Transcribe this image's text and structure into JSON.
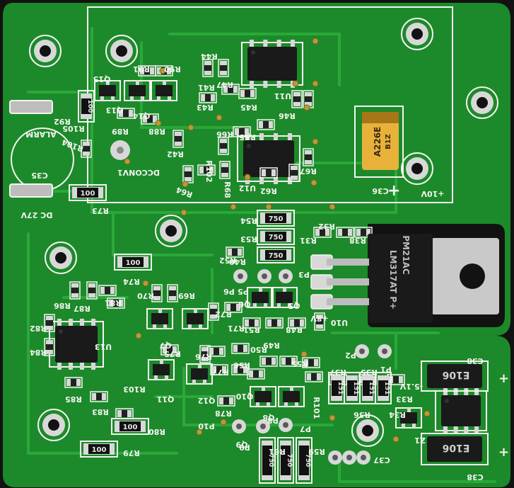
{
  "board": {
    "colors": {
      "substrate": "#1c8a2a",
      "copper_trace": "#2aa838",
      "silkscreen": "#f4f4f0",
      "pad": "#d8d8d8",
      "ic_body": "#1a1a1a",
      "regulator_tab": "#c9c9c9",
      "tantalum_cap": "#e8b23a",
      "background": "#121212"
    },
    "silk_labels": {
      "alarm": "ALARM",
      "dc27v": "DC 27V",
      "dcconv": "DCCONV1",
      "plus10v": "+10V",
      "plus8v": "+8V",
      "minus51v": "-5.1V",
      "c35": "C35",
      "c36": "C36",
      "c37": "C37",
      "c38_top": "C38",
      "c38_bottom": "C38",
      "r105": "R105",
      "r104": "R104",
      "r92": "R92",
      "r91": "R91",
      "r90": "R90",
      "r89": "R89",
      "r88": "R88",
      "r86": "R86",
      "r87": "R87",
      "r82": "R82",
      "r84": "R84",
      "r85": "R85",
      "r83": "R83",
      "r81": "R81",
      "r80": "R80",
      "r79": "R79",
      "r78": "R78",
      "r77": "R77",
      "r76": "R76",
      "r75": "R75",
      "r74": "R74",
      "r73": "R73",
      "r72": "R72",
      "r71": "R71",
      "r70": "R70",
      "r69": "R69",
      "r68": "R68",
      "r67": "R67",
      "r66": "R66",
      "r65": "R65",
      "r64": "R64",
      "r62": "R62",
      "r61": "R61",
      "r59": "R59",
      "r56": "R56",
      "r55": "R55",
      "r54": "R54",
      "r53": "R53",
      "r52": "R52",
      "r51": "R51",
      "r50": "R50",
      "r49": "R49",
      "r48": "R48",
      "r47": "R47",
      "r46": "R46",
      "r45": "R45",
      "r44": "R44",
      "r43": "R43",
      "r42": "R42",
      "r41": "R41",
      "r40": "R40",
      "r38": "R38",
      "r37": "R37",
      "r36": "R36",
      "r35": "R35",
      "r34": "R34",
      "r33": "R33",
      "r32": "R32",
      "r31": "R31",
      "r103": "R103",
      "r102": "R102",
      "r101": "R101",
      "q15": "Q15",
      "q14": "Q14",
      "q13": "Q13",
      "q12": "Q12",
      "q11": "Q11",
      "q10": "Q10",
      "q9": "Q9",
      "q8": "Q8",
      "q7": "Q7",
      "q6": "Q6",
      "q5": "Q5",
      "u13": "U13",
      "u12": "U12",
      "u11": "U11",
      "u10": "U10",
      "p1": "P1",
      "p2": "P2",
      "p3": "P3",
      "p5": "P5",
      "p6": "P6",
      "p7": "P7",
      "p8": "P8",
      "p9": "P9",
      "p10": "P10",
      "z1": "Z1"
    },
    "resistor_values": {
      "r100_top": "100",
      "r100_mid": "100",
      "r100_left": "100",
      "r100_r80": "100",
      "r100_r79": "100",
      "r750_a": "750",
      "r750_b": "750",
      "r750_c": "750",
      "r750_d": "750",
      "r750_e": "750",
      "r750_f": "750",
      "r151_a": "151",
      "r151_b": "151",
      "r151_c": "151",
      "r151_d": "151"
    },
    "component_markings": {
      "regulator_line1": "PM21AC",
      "regulator_line2": "LM317AT P+",
      "tantalum_line1": "A226E",
      "tantalum_line2": "B1Z",
      "diode_top": "E106",
      "diode_bottom": "E106"
    }
  }
}
